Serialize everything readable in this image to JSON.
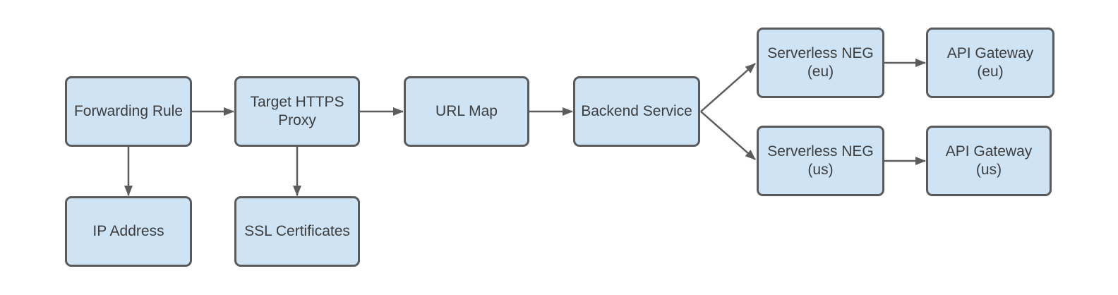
{
  "diagram": {
    "description": "Load balancer architecture flow diagram",
    "nodes": {
      "forwarding_rule": {
        "label": "Forwarding Rule"
      },
      "target_https_proxy": {
        "label": "Target HTTPS\nProxy"
      },
      "url_map": {
        "label": "URL Map"
      },
      "backend_service": {
        "label": "Backend Service"
      },
      "ip_address": {
        "label": "IP Address"
      },
      "ssl_certificates": {
        "label": "SSL Certificates"
      },
      "serverless_neg_eu": {
        "label": "Serverless NEG\n(eu)"
      },
      "api_gateway_eu": {
        "label": "API Gateway\n(eu)"
      },
      "serverless_neg_us": {
        "label": "Serverless NEG\n(us)"
      },
      "api_gateway_us": {
        "label": "API Gateway\n(us)"
      }
    },
    "edges": [
      {
        "from": "Forwarding Rule",
        "to": "Target HTTPS Proxy"
      },
      {
        "from": "Forwarding Rule",
        "to": "IP Address"
      },
      {
        "from": "Target HTTPS Proxy",
        "to": "URL Map"
      },
      {
        "from": "Target HTTPS Proxy",
        "to": "SSL Certificates"
      },
      {
        "from": "URL Map",
        "to": "Backend Service"
      },
      {
        "from": "Backend Service",
        "to": "Serverless NEG (eu)"
      },
      {
        "from": "Backend Service",
        "to": "Serverless NEG (us)"
      },
      {
        "from": "Serverless NEG (eu)",
        "to": "API Gateway (eu)"
      },
      {
        "from": "Serverless NEG (us)",
        "to": "API Gateway (us)"
      }
    ],
    "colors": {
      "node_fill": "#cee3f4",
      "node_border": "#595a5c",
      "connector": "#5c5c5c",
      "label_text": "#3d3d3d",
      "canvas_background": "#ffffff"
    }
  }
}
